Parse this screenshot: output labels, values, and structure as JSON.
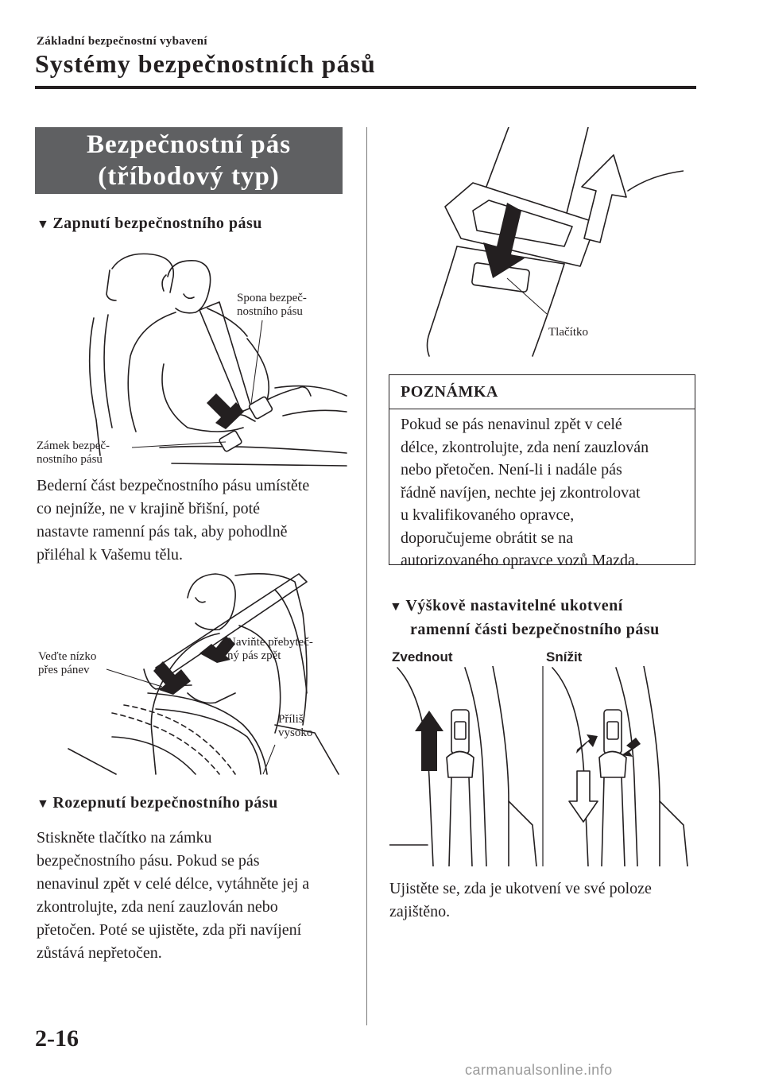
{
  "header": {
    "section": "Základní bezpečnostní vybavení",
    "title": "Systémy bezpečnostních pásů"
  },
  "title_box": {
    "line1": "Bezpečnostní pás",
    "line2": "(tříbodový typ)"
  },
  "sections": {
    "fasten": {
      "heading": "Zapnutí bezpečnostního pásu",
      "labels": {
        "tongue_1": "Spona bezpeč-",
        "tongue_2": "nostního pásu",
        "buckle_1": "Zámek bezpeč-",
        "buckle_2": "nostního pásu"
      },
      "text_lines": [
        "Bederní část bezpečnostního pásu umístěte",
        "co nejníže, ne v krajině břišní, poté",
        "nastavte ramenní pás tak, aby pohodlně",
        "přiléhal k Vašemu tělu."
      ],
      "labels2": {
        "low_1": "Veďte nízko",
        "low_2": "přes pánev",
        "retract_1": "Naviňte přebyteč-",
        "retract_2": "ný pás zpět",
        "high_1": "Příliš",
        "high_2": "vysoko"
      }
    },
    "unfasten": {
      "heading": "Rozepnutí bezpečnostního pásu",
      "text_lines": [
        "Stiskněte tlačítko na zámku",
        "bezpečnostního pásu. Pokud se pás",
        "nenavinul zpět v celé délce, vytáhněte jej a",
        "zkontrolujte, zda není zauzlován nebo",
        "přetočen. Poté se ujistěte, zda při navíjení",
        "zůstává nepřetočen."
      ],
      "button_label": "Tlačítko"
    },
    "note": {
      "title": "POZNÁMKA",
      "text_lines": [
        "Pokud se pás nenavinul zpět v celé",
        "délce, zkontrolujte, zda není zauzlován",
        "nebo přetočen. Není-li i nadále pás",
        "řádně navíjen, nechte jej zkontrolovat",
        "u kvalifikovaného opravce,",
        "doporučujeme obrátit se na",
        "autorizovaného opravce vozů Mazda."
      ]
    },
    "height": {
      "heading_1": "Výškově nastavitelné ukotvení",
      "heading_2": "ramenní části bezpečnostního pásu",
      "raise_label": "Zvednout",
      "lower_label": "Snížit",
      "text_lines": [
        "Ujistěte se, zda je ukotvení ve své poloze",
        "zajištěno."
      ]
    }
  },
  "footer": {
    "page_number": "2-16",
    "watermark": "carmanualsonline.info"
  }
}
